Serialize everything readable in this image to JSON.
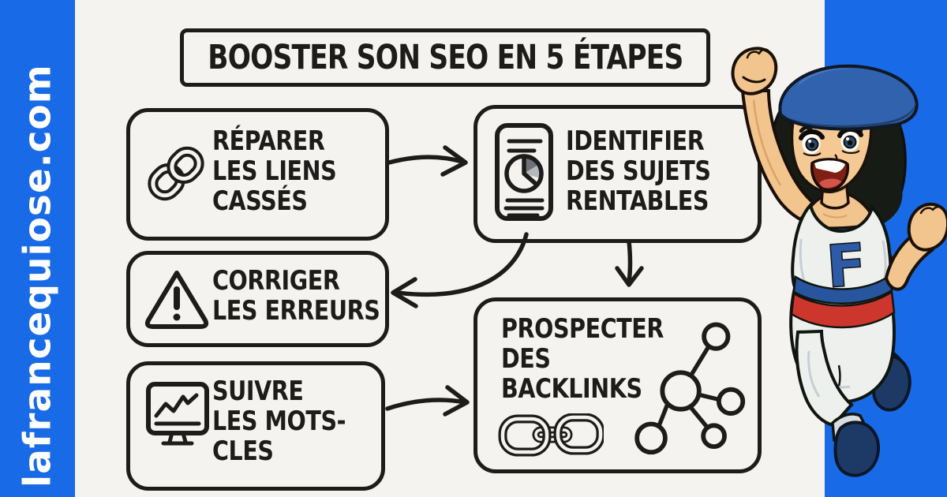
{
  "site": {
    "label": "lafrancequiose.com"
  },
  "title": {
    "text": "BOOSTER SON SEO EN 5 ÉTAPES"
  },
  "steps": [
    {
      "id": "reparer-liens",
      "icon": "chain-link-icon",
      "lines": [
        "RÉPARER",
        "LES LIENS",
        "CASSÉS"
      ]
    },
    {
      "id": "identifier-sujets",
      "icon": "document-pie-chart-icon",
      "lines": [
        "IDENTIFIER",
        "DES SUJETS",
        "RENTABLES"
      ]
    },
    {
      "id": "corriger-erreurs",
      "icon": "warning-triangle-icon",
      "lines": [
        "CORRIGER",
        "LES ERREURS"
      ]
    },
    {
      "id": "suivre-mots-cles",
      "icon": "monitor-line-chart-icon",
      "lines": [
        "SUIVRE",
        "LES MOTS-",
        "CLES"
      ]
    },
    {
      "id": "prospecter-backlinks",
      "icon": "network-graph-icon and chain-links-icon",
      "lines": [
        "PROSPECTER",
        "DES",
        "BACKLINKS"
      ]
    }
  ],
  "arrows": [
    {
      "from": "reparer-liens",
      "to": "identifier-sujets"
    },
    {
      "from": "identifier-sujets",
      "to": "prospecter-backlinks"
    },
    {
      "from": "identifier-sujets",
      "to": "corriger-erreurs"
    },
    {
      "from": "suivre-mots-cles",
      "to": "prospecter-backlinks"
    }
  ],
  "character": {
    "shirt_letter": "F"
  },
  "colors": {
    "brand_blue": "#186ae6",
    "canvas": "#f4f3f0",
    "ink": "#1d1c1a",
    "beret_blue": "#3162ad",
    "skin": "#f2c48e",
    "hair_black": "#161b16",
    "shirt_letter_blue": "#2d5ba8",
    "belt_blue": "#27569f",
    "belt_red": "#cd362c",
    "boots_navy": "#1d3a66"
  }
}
